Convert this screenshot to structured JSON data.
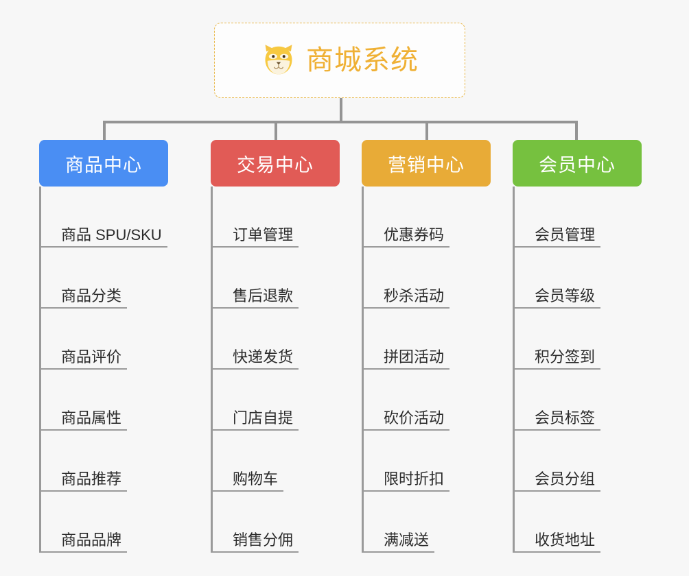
{
  "background_color": "#f7f7f7",
  "root": {
    "icon": "shiba-dog-emoji",
    "title": "商城系统",
    "title_color": "#efb034",
    "border_color": "#e9b84a"
  },
  "categories": [
    {
      "label": "商品中心",
      "color": "#4a8ef3",
      "items": [
        {
          "label": "商品 SPU/SKU"
        },
        {
          "label": "商品分类"
        },
        {
          "label": "商品评价"
        },
        {
          "label": "商品属性"
        },
        {
          "label": "商品推荐"
        },
        {
          "label": "商品品牌"
        }
      ]
    },
    {
      "label": "交易中心",
      "color": "#e15b56",
      "items": [
        {
          "label": "订单管理"
        },
        {
          "label": "售后退款"
        },
        {
          "label": "快递发货"
        },
        {
          "label": "门店自提"
        },
        {
          "label": "购物车"
        },
        {
          "label": "销售分佣"
        }
      ]
    },
    {
      "label": "营销中心",
      "color": "#e8ab37",
      "items": [
        {
          "label": "优惠券码"
        },
        {
          "label": "秒杀活动"
        },
        {
          "label": "拼团活动"
        },
        {
          "label": "砍价活动"
        },
        {
          "label": "限时折扣"
        },
        {
          "label": "满减送"
        }
      ]
    },
    {
      "label": "会员中心",
      "color": "#76c13f",
      "items": [
        {
          "label": "会员管理"
        },
        {
          "label": "会员等级"
        },
        {
          "label": "积分签到"
        },
        {
          "label": "会员标签"
        },
        {
          "label": "会员分组"
        },
        {
          "label": "收货地址"
        }
      ]
    }
  ],
  "layout": {
    "connector_color": "#949494",
    "column_x": [
      57,
      307,
      527,
      747
    ],
    "column_box_width": [
      188,
      188,
      188,
      188
    ],
    "connector_x": [
      150,
      400,
      620,
      840
    ]
  }
}
